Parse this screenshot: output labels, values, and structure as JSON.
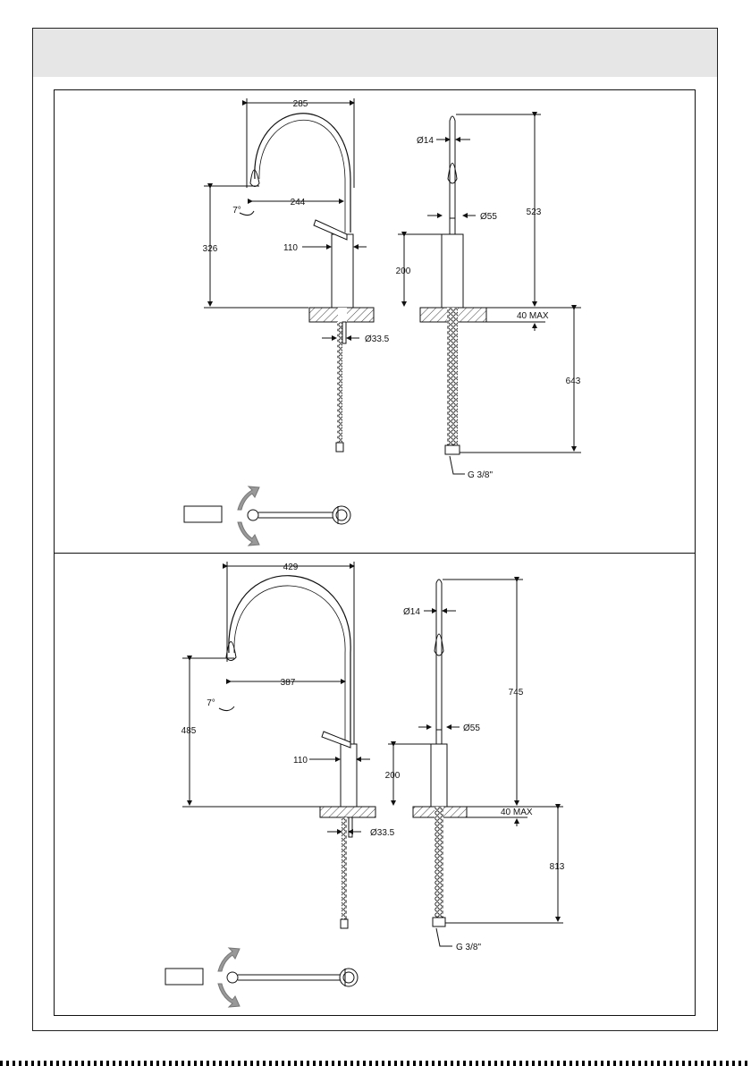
{
  "top_drawing": {
    "side_view": {
      "spout_reach_overall": "285",
      "spout_reach_center": "244",
      "spout_angle": "7°",
      "spout_height": "326",
      "handle_length": "110",
      "supply_diameter": "Ø33.5"
    },
    "front_view": {
      "spout_tube_diameter": "Ø14",
      "aerator_diameter": "Ø55",
      "total_height": "523",
      "body_height": "200",
      "deck_max_thickness": "40 MAX",
      "hose_length": "643",
      "thread": "G 3/8\""
    }
  },
  "bottom_drawing": {
    "side_view": {
      "spout_reach_overall": "429",
      "spout_reach_center": "387",
      "spout_angle": "7°",
      "spout_height": "485",
      "handle_length": "110",
      "supply_diameter": "Ø33.5"
    },
    "front_view": {
      "spout_tube_diameter": "Ø14",
      "aerator_diameter": "Ø55",
      "total_height": "745",
      "body_height": "200",
      "deck_max_thickness": "40 MAX",
      "hose_length": "813",
      "thread": "G 3/8\""
    }
  }
}
